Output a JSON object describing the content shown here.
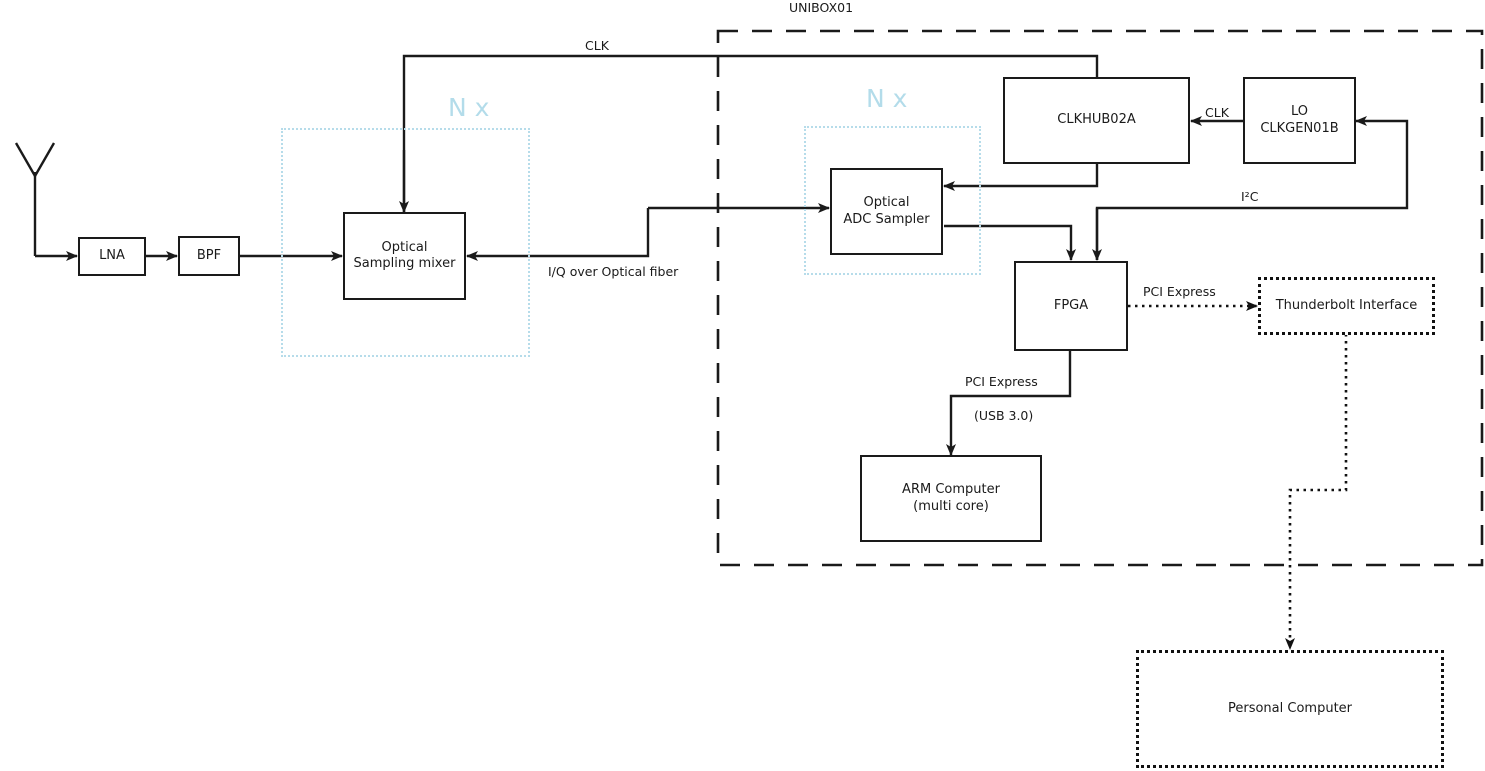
{
  "diagram": {
    "title": "UNIBOX01",
    "enclosure_label": "UNIBOX01",
    "accent_color": "#b3dcea",
    "line_color": "#1a1a1a"
  },
  "repeat_groups": [
    {
      "id": "rx-chain-group",
      "label": "N x"
    },
    {
      "id": "adc-group",
      "label": "N x"
    }
  ],
  "blocks": [
    {
      "id": "antenna",
      "label": ""
    },
    {
      "id": "lna",
      "label": "LNA"
    },
    {
      "id": "bpf",
      "label": "BPF"
    },
    {
      "id": "optical-mixer",
      "line1": "Optical",
      "line2": "Sampling mixer"
    },
    {
      "id": "optical-adc",
      "line1": "Optical",
      "line2": "ADC Sampler"
    },
    {
      "id": "clkhub",
      "label": "CLKHUB02A"
    },
    {
      "id": "lo",
      "line1": "LO",
      "line2": "CLKGEN01B"
    },
    {
      "id": "fpga",
      "label": "FPGA"
    },
    {
      "id": "arm-computer",
      "line1": "ARM Computer",
      "line2": "(multi core)"
    },
    {
      "id": "thunderbolt",
      "label": "Thunderbolt Interface"
    },
    {
      "id": "personal-computer",
      "label": "Personal Computer"
    }
  ],
  "edge_labels": {
    "clk_top": "CLK",
    "clk_lo_to_hub": "CLK",
    "iq_fiber": "I/Q over Optical fiber",
    "i2c": "I²C",
    "pcie_thunderbolt": "PCI Express",
    "pcie_arm": "PCI Express",
    "usb30": "(USB 3.0)"
  }
}
